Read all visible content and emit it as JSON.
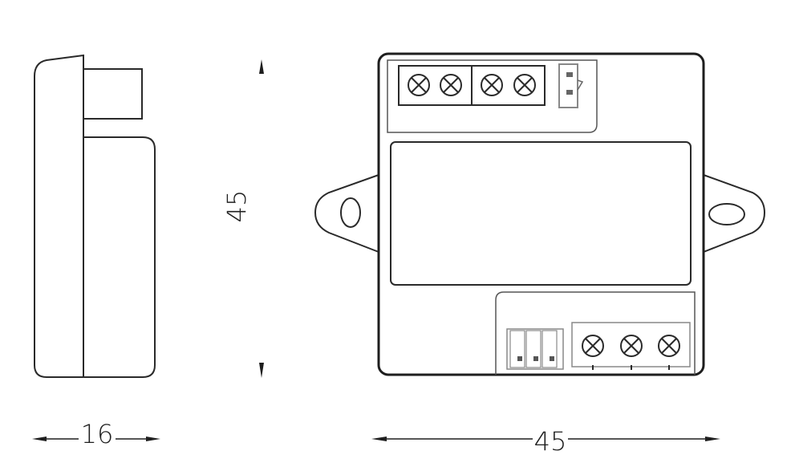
{
  "dimensions": {
    "side_depth": "16",
    "height": "45",
    "width": "45"
  },
  "colors": {
    "line": "#2a2a2a",
    "background": "#ffffff"
  }
}
